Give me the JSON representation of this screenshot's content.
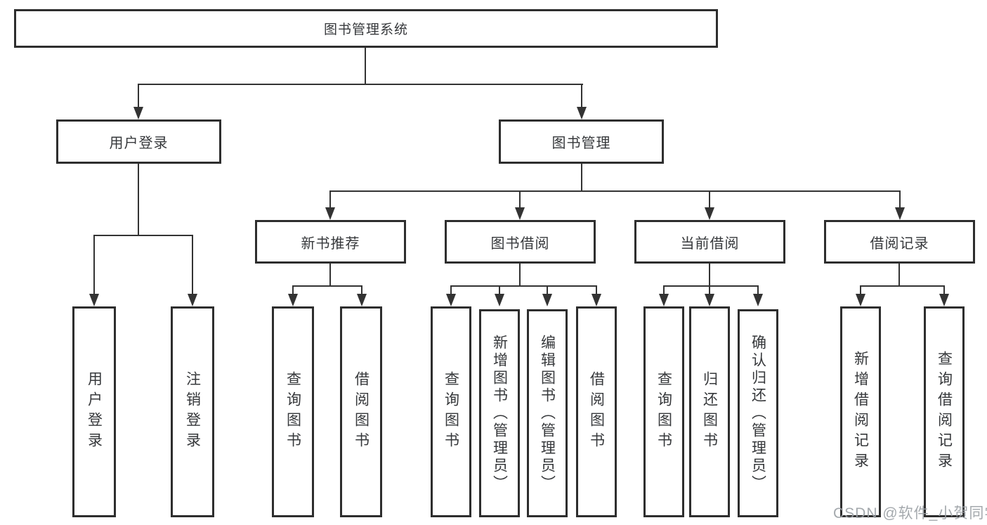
{
  "diagram": {
    "root": {
      "label": "图书管理系统"
    },
    "level2": {
      "user_login": {
        "label": "用户登录"
      },
      "book_management": {
        "label": "图书管理"
      }
    },
    "level3": {
      "new_book_recommend": {
        "label": "新书推荐"
      },
      "book_borrow": {
        "label": "图书借阅"
      },
      "current_borrow": {
        "label": "当前借阅"
      },
      "borrow_record": {
        "label": "借阅记录"
      }
    },
    "leaves": {
      "user_login": {
        "login": "用户登录",
        "logout": "注销登录"
      },
      "new_book_recommend": {
        "query_book": "查询图书",
        "borrow_book": "借阅图书"
      },
      "book_borrow": {
        "query_book": "查询图书",
        "add_book": "新增图书（管理员）",
        "edit_book": "编辑图书（管理员）",
        "borrow_book": "借阅图书"
      },
      "current_borrow": {
        "query_book": "查询图书",
        "return_book": "归还图书",
        "confirm_return": "确认归还（管理员）"
      },
      "borrow_record": {
        "add_record": "新增借阅记录",
        "query_record": "查询借阅记录"
      }
    }
  },
  "watermark": {
    "text": "CSDN @软件_小贺同学"
  },
  "colors": {
    "border": "#2e2e2e",
    "line": "#333333",
    "text": "#36383b",
    "background": "#ffffff",
    "watermark": "#9ba0a5"
  }
}
